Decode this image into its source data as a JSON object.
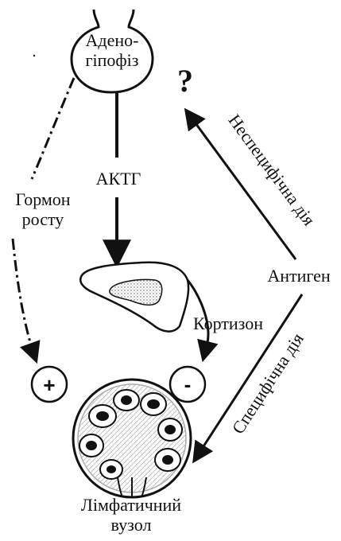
{
  "diagram": {
    "nodes": {
      "adenohypophysis": {
        "line1": "Адено-",
        "line2": "гіпофіз"
      },
      "question_mark": "?",
      "adrenal": {},
      "plus_sign": "+",
      "minus_sign": "-",
      "lymph_node": {
        "line1": "Лімфатичний",
        "line2": "вузол"
      },
      "antigen": "Антиген"
    },
    "edges": {
      "actg": "АКТГ",
      "growth_hormone": {
        "line1": "Гормон",
        "line2": "росту"
      },
      "cortisone": "Кортизон",
      "nonspecific": "Неспецифічна дія",
      "specific": "Специфічна дія"
    },
    "colors": {
      "ink": "#111111",
      "background": "#ffffff",
      "stipple": "#555555"
    }
  }
}
